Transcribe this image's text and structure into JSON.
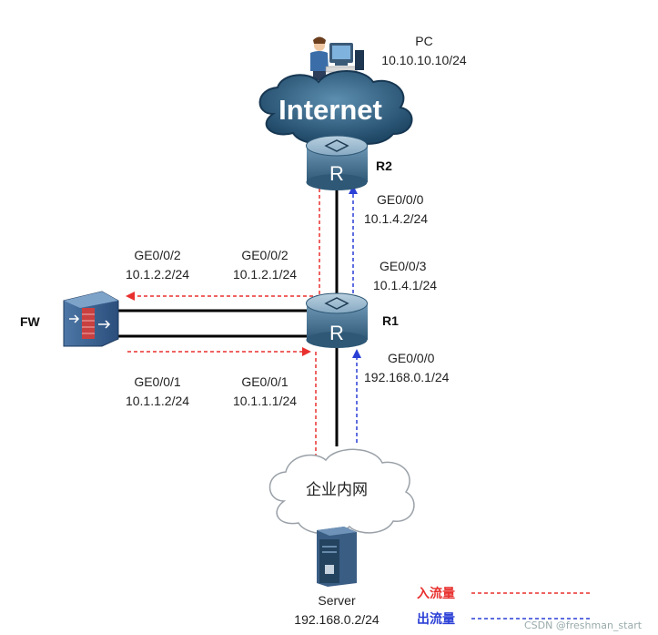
{
  "pc": {
    "name": "PC",
    "ip": "10.10.10.10/24"
  },
  "internet_label": "Internet",
  "r2": {
    "name": "R2",
    "router_letter": "R",
    "ge000": "GE0/0/0",
    "ge000_ip": "10.1.4.2/24"
  },
  "r1": {
    "name": "R1",
    "router_letter": "R",
    "ge003": "GE0/0/3",
    "ge003_ip": "10.1.4.1/24",
    "ge002": "GE0/0/2",
    "ge002_ip": "10.1.2.1/24",
    "ge001": "GE0/0/1",
    "ge001_ip": "10.1.1.1/24",
    "ge000": "GE0/0/0",
    "ge000_ip": "192.168.0.1/24"
  },
  "fw": {
    "name": "FW",
    "ge002": "GE0/0/2",
    "ge002_ip": "10.1.2.2/24",
    "ge001": "GE0/0/1",
    "ge001_ip": "10.1.1.2/24"
  },
  "intranet_label": "企业内网",
  "server": {
    "name": "Server",
    "ip": "192.168.0.2/24"
  },
  "legend": {
    "inbound": "入流量",
    "outbound": "出流量",
    "inbound_color": "#e8312f",
    "outbound_color": "#2a3fd6"
  },
  "watermark": "CSDN @freshman_start"
}
